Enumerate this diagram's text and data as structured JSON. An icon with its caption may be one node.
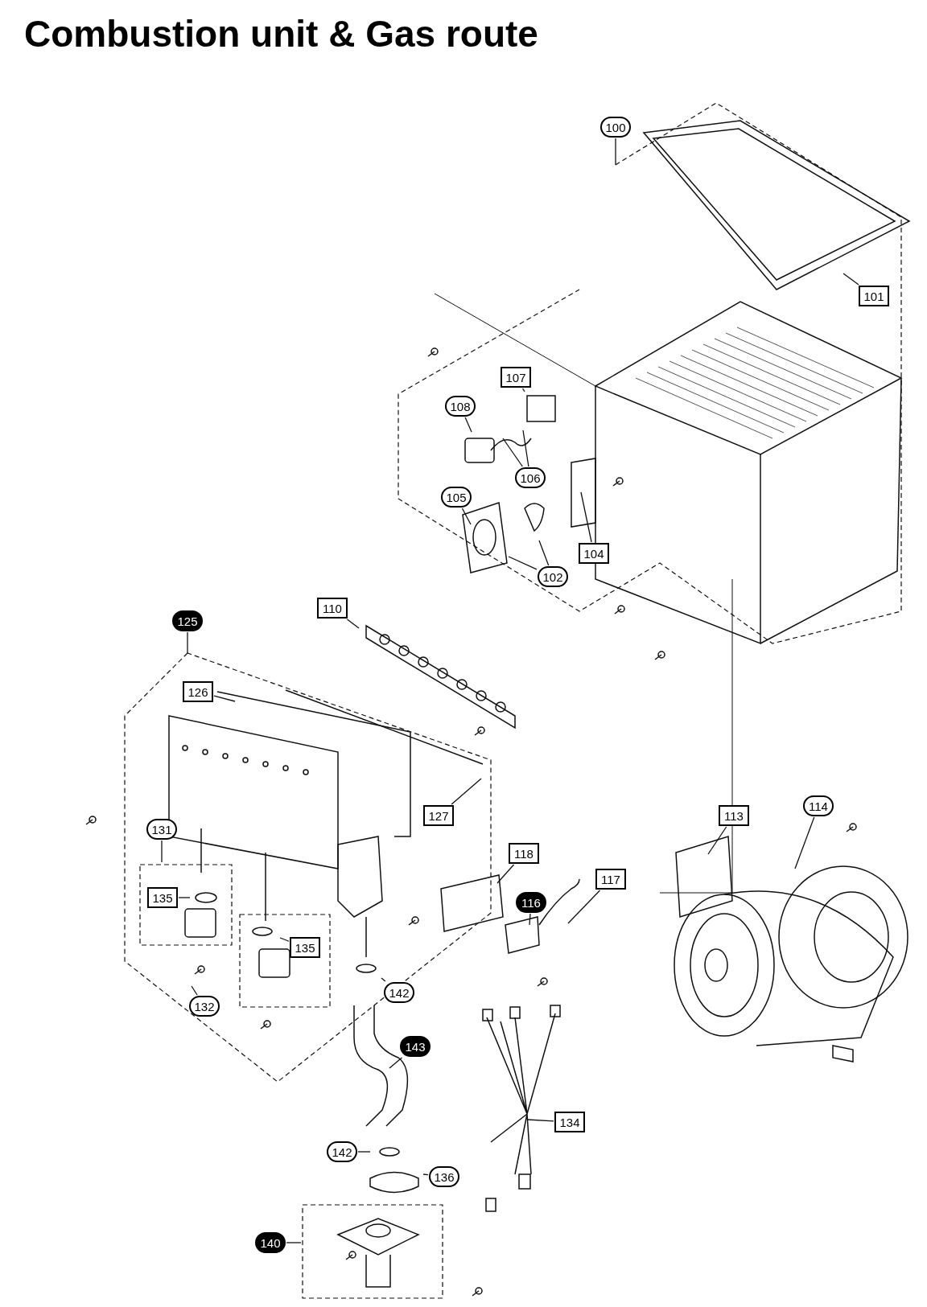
{
  "diagram": {
    "title": "Combustion unit & Gas route",
    "nodes": [
      {
        "text": [
          "100"
        ]
      },
      {
        "text": [
          "101"
        ]
      },
      {
        "text": [
          "107"
        ]
      },
      {
        "text": [
          "108"
        ]
      },
      {
        "text": [
          "106"
        ]
      },
      {
        "text": [
          "105"
        ]
      },
      {
        "text": [
          "104"
        ]
      },
      {
        "text": [
          "102"
        ]
      },
      {
        "text": [
          "110"
        ]
      },
      {
        "text": [
          "125"
        ]
      },
      {
        "text": [
          "126"
        ]
      },
      {
        "text": [
          "127"
        ]
      },
      {
        "text": [
          "131"
        ]
      },
      {
        "text": [
          "113"
        ]
      },
      {
        "text": [
          "114"
        ]
      },
      {
        "text": [
          "118"
        ]
      },
      {
        "text": [
          "117"
        ]
      },
      {
        "text": [
          "116"
        ]
      },
      {
        "text": [
          "135"
        ]
      },
      {
        "text": [
          "135"
        ]
      },
      {
        "text": [
          "142"
        ]
      },
      {
        "text": [
          "132"
        ]
      },
      {
        "text": [
          "143"
        ]
      },
      {
        "text": [
          "134"
        ]
      },
      {
        "text": [
          "142"
        ]
      },
      {
        "text": [
          "136"
        ]
      },
      {
        "text": [
          "140"
        ]
      }
    ],
    "edges": [
      {
        "from": 0,
        "to": null,
        "arrow": "none"
      },
      {
        "from": 1,
        "to": null,
        "arrow": "none"
      },
      {
        "from": 2,
        "to": null,
        "arrow": "none"
      },
      {
        "from": 3,
        "to": null,
        "arrow": "none"
      },
      {
        "from": 4,
        "to": null,
        "arrow": "none"
      },
      {
        "from": 4,
        "to": null,
        "arrow": "none"
      },
      {
        "from": 5,
        "to": null,
        "arrow": "none"
      },
      {
        "from": 6,
        "to": null,
        "arrow": "none"
      },
      {
        "from": 7,
        "to": null,
        "arrow": "none"
      },
      {
        "from": 7,
        "to": null,
        "arrow": "none"
      },
      {
        "from": 8,
        "to": null,
        "arrow": "none"
      },
      {
        "from": 9,
        "to": null,
        "arrow": "none"
      },
      {
        "from": 10,
        "to": null,
        "arrow": "none"
      },
      {
        "from": 11,
        "to": null,
        "arrow": "none"
      },
      {
        "from": 12,
        "to": null,
        "arrow": "none"
      },
      {
        "from": 13,
        "to": null,
        "arrow": "none"
      },
      {
        "from": 14,
        "to": null,
        "arrow": "none"
      },
      {
        "from": 15,
        "to": null,
        "arrow": "none"
      },
      {
        "from": 16,
        "to": null,
        "arrow": "none"
      },
      {
        "from": 17,
        "to": null,
        "arrow": "none"
      },
      {
        "from": 18,
        "to": null,
        "arrow": "none"
      },
      {
        "from": 19,
        "to": null,
        "arrow": "none"
      },
      {
        "from": 20,
        "to": null,
        "arrow": "none"
      },
      {
        "from": 21,
        "to": null,
        "arrow": "none"
      },
      {
        "from": 22,
        "to": null,
        "arrow": "none"
      },
      {
        "from": 23,
        "to": null,
        "arrow": "none"
      },
      {
        "from": 24,
        "to": null,
        "arrow": "none"
      },
      {
        "from": 25,
        "to": null,
        "arrow": "none"
      },
      {
        "from": 26,
        "to": null,
        "arrow": "none"
      }
    ]
  }
}
